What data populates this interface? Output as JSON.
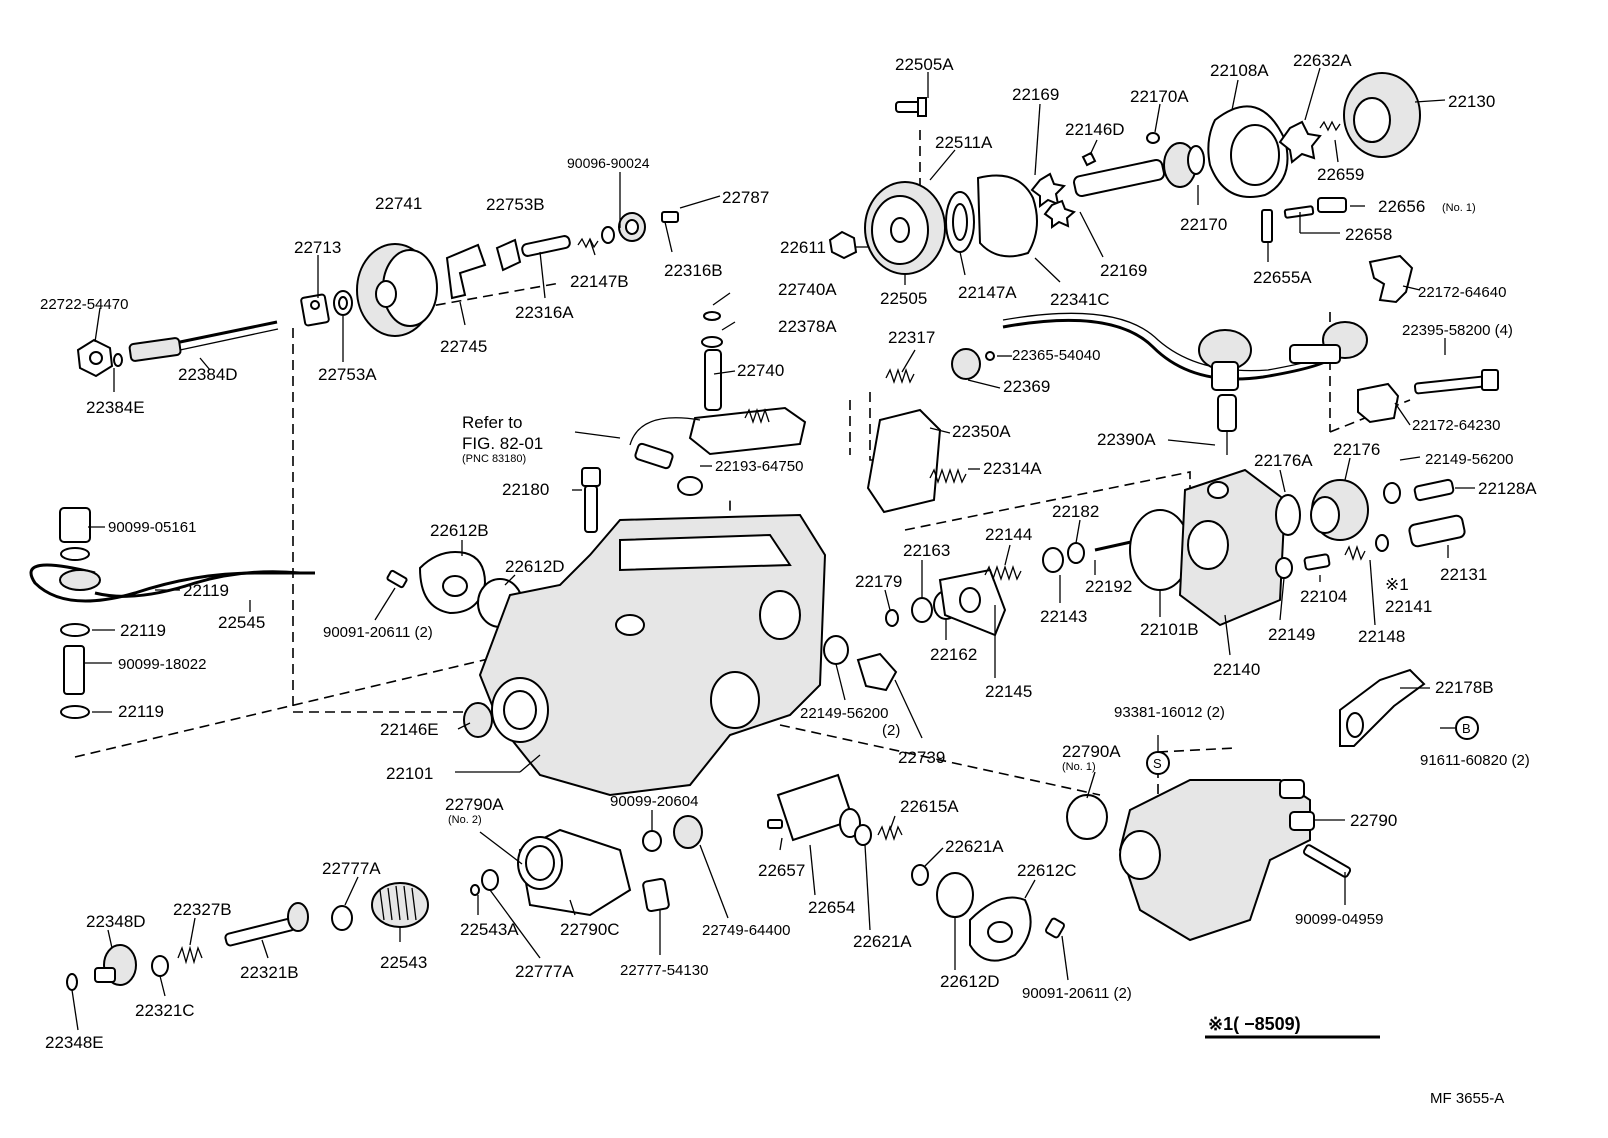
{
  "labels": {
    "l22505A": "22505A",
    "l22169a": "22169",
    "l22170A": "22170A",
    "l22108A": "22108A",
    "l22632A": "22632A",
    "l22130": "22130",
    "l22146D": "22146D",
    "l22511A": "22511A",
    "l22659": "22659",
    "l90096": "90096-90024",
    "l22787": "22787",
    "l22741": "22741",
    "l22753B": "22753B",
    "l22170": "22170",
    "l22656": "22656",
    "l22656n": "(No. 1)",
    "l22611": "22611",
    "l22169b": "22169",
    "l22658": "22658",
    "l22713": "22713",
    "l22147B": "22147B",
    "l22316B": "22316B",
    "l22505": "22505",
    "l22147A": "22147A",
    "l22341C": "22341C",
    "l22655A": "22655A",
    "l22722": "22722-54470",
    "l22316A": "22316A",
    "l22740A": "22740A",
    "l22172a": "22172-64640",
    "l22378A": "22378A",
    "l22745": "22745",
    "l22317": "22317",
    "l22395": "22395-58200 (4)",
    "l22384D": "22384D",
    "l22753A": "22753A",
    "l22365": "22365-54040",
    "l22740": "22740",
    "l22369": "22369",
    "l22384E": "22384E",
    "l22172b": "22172-64230",
    "l22350A": "22350A",
    "lrefer1": "Refer to",
    "lrefer2": "FIG. 82-01",
    "lrefer3": "(PNC 83180)",
    "l22390A": "22390A",
    "l22176": "22176",
    "l22193": "22193-64750",
    "l22176A": "22176A",
    "l22149a": "22149-56200",
    "l22314A": "22314A",
    "l22180": "22180",
    "l22128A": "22128A",
    "l22182": "22182",
    "l90099_05161": "90099-05161",
    "l22612B": "22612B",
    "l22144": "22144",
    "l22612D_top": "22612D",
    "l22163": "22163",
    "l22179": "22179",
    "l22192": "22192",
    "l22131": "22131",
    "l22119a": "22119",
    "l22545": "22545",
    "l22104": "22104",
    "l22141": "※1",
    "l22141b": "22141",
    "l90091a": "90091-20611 (2)",
    "l22143": "22143",
    "l22101B": "22101B",
    "l22149b": "22149",
    "l22148": "22148",
    "l22119b": "22119",
    "l22162": "22162",
    "l90099_18022": "90099-18022",
    "l22140": "22140",
    "l22145": "22145",
    "l22178B": "22178B",
    "l22119c": "22119",
    "l22149c": "22149-56200",
    "l22149c2": "(2)",
    "l93381": "93381-16012 (2)",
    "l22146E": "22146E",
    "lS": "S",
    "lB": "B",
    "l91611": "91611-60820 (2)",
    "l22739": "22739",
    "l22790A1": "22790A",
    "l22790A1n": "(No. 1)",
    "l22101": "22101",
    "l22790A2": "22790A",
    "l22790A2n": "(No. 2)",
    "l90099_20604": "90099-20604",
    "l22615A": "22615A",
    "l22790": "22790",
    "l22621A_top": "22621A",
    "l22657": "22657",
    "l22777A_top": "22777A",
    "l22612C": "22612C",
    "l22348D": "22348D",
    "l22327B": "22327B",
    "l22654": "22654",
    "l90099_04959": "90099-04959",
    "l22543A": "22543A",
    "l22790C": "22790C",
    "l22749": "22749-64400",
    "l22621A_bot": "22621A",
    "l22543": "22543",
    "l22321B": "22321B",
    "l22777_54130": "22777-54130",
    "l22777A_bot": "22777A",
    "l22612D_bot": "22612D",
    "l90091b": "90091-20611 (2)",
    "l22321C": "22321C",
    "l22348E": "22348E",
    "lnote": "※1(       −8509)",
    "lcode": "MF  3655-A"
  }
}
